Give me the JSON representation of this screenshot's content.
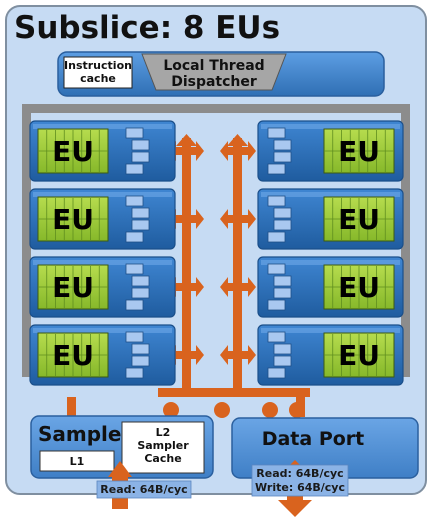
{
  "title": "Subslice: 8 EUs",
  "instruction_cache": [
    "Instruction",
    "cache"
  ],
  "dispatcher": [
    "Local Thread",
    "Dispatcher"
  ],
  "eu_label": "EU",
  "eu_count_per_side": 4,
  "sampler": {
    "title": "Sampler",
    "l1": "L1",
    "l2": [
      "L2",
      "Sampler",
      "Cache"
    ],
    "bandwidth": "Read: 64B/cyc"
  },
  "data_port": {
    "title": "Data Port",
    "bandwidth": [
      "Read: 64B/cyc",
      "Write: 64B/cyc"
    ]
  },
  "colors": {
    "background": "#c6dbf3",
    "eu_body": "#2f75bd",
    "eu_core": "#9ccc3c",
    "bus": "#d9631e",
    "rail": "#8c8c8c"
  }
}
